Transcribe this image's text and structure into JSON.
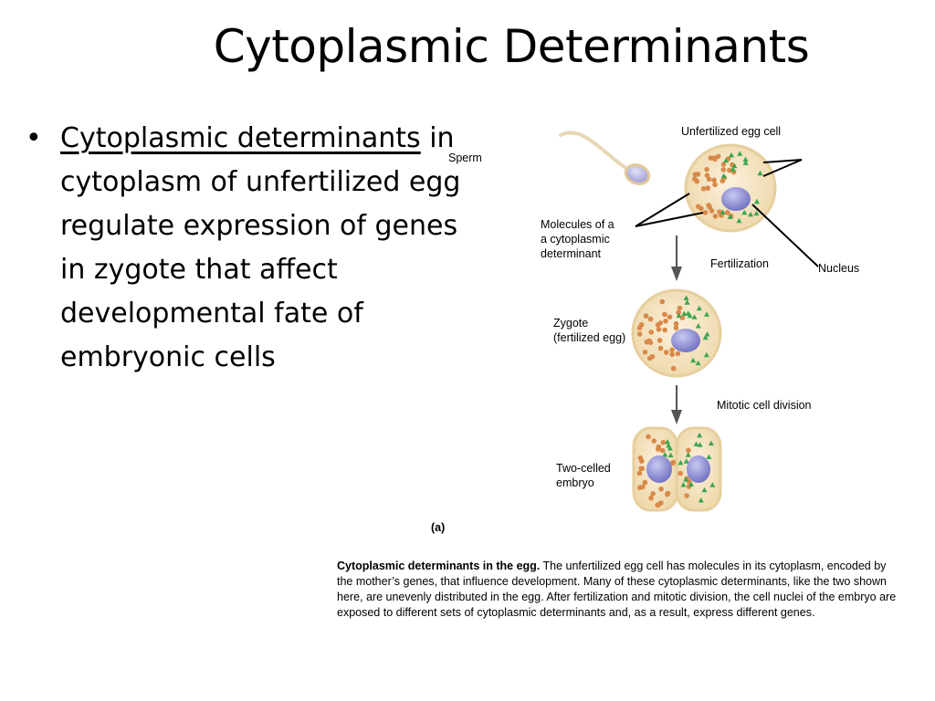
{
  "slide": {
    "title": "Cytoplasmic Determinants",
    "bullet": {
      "marker": "•",
      "term": "Cytoplasmic determinants",
      "text": " in cytoplasm of unfertilized egg regulate expression of genes in zygote that affect developmental fate of embryonic cells"
    }
  },
  "figure": {
    "labels": {
      "unfertilized_egg": "Unfertilized egg cell",
      "sperm": "Sperm",
      "molecules_line1": "Molecules of a",
      "molecules_line2": "a cytoplasmic",
      "molecules_line3": "determinant",
      "fertilization": "Fertilization",
      "nucleus": "Nucleus",
      "zygote_line1": "Zygote",
      "zygote_line2": "(fertilized egg)",
      "mitotic": "Mitotic cell division",
      "two_celled_line1": "Two-celled",
      "two_celled_line2": "embryo",
      "panel": "(a)"
    },
    "caption": {
      "lead": "Cytoplasmic determinants in the egg.",
      "body": " The unfertilized egg cell has molecules in its cytoplasm, encoded by the mother’s genes, that influence development. Many of these cytoplasmic determinants, like the two shown here, are unevenly distributed in the egg. After fertilization and mitotic division, the cell nuclei of the embryo are exposed to different sets of cytoplasmic determinants and, as a result, express different genes."
    },
    "colors": {
      "cell_fill": "#f6e6c7",
      "cell_edge": "#e3c995",
      "orange_dot": "#d9894a",
      "green_triangle": "#3aa64f",
      "nucleus": "#8f8fd6",
      "arrow": "#555555"
    }
  }
}
